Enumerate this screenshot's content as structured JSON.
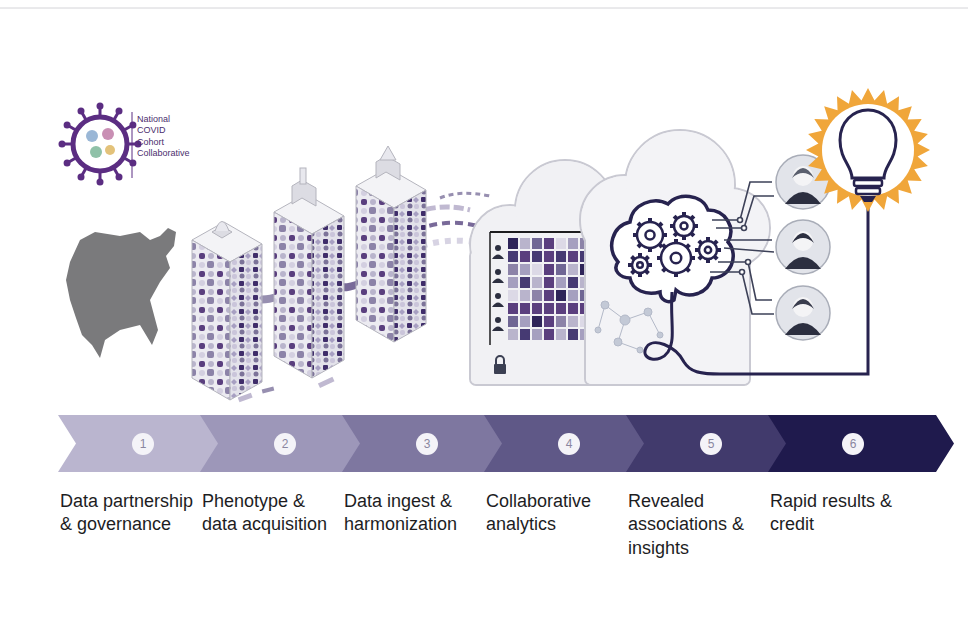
{
  "diagram": {
    "nodes": [
      {
        "text": [
          "1",
          "Data partnership & governance"
        ]
      },
      {
        "text": [
          "2",
          "Phenotype & data acquisition"
        ]
      },
      {
        "text": [
          "3",
          "Data ingest & harmonization"
        ]
      },
      {
        "text": [
          "4",
          "Collaborative analytics"
        ]
      },
      {
        "text": [
          "5",
          "Revealed associations & insights"
        ]
      },
      {
        "text": [
          "6",
          "Rapid results & credit"
        ]
      }
    ],
    "labels": [
      "National COVID Cohort Collaborative"
    ]
  }
}
